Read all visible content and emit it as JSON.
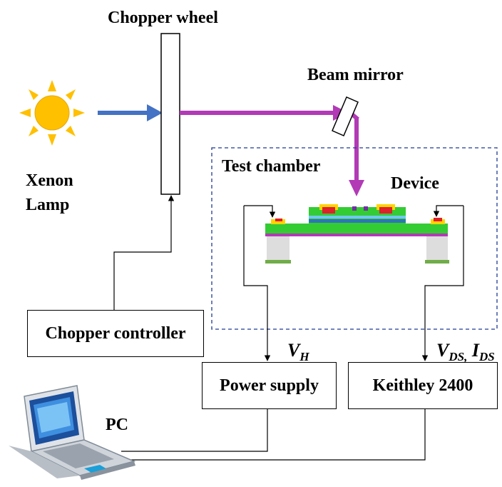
{
  "labels": {
    "chopper_wheel": "Chopper wheel",
    "beam_mirror": "Beam mirror",
    "xenon": "Xenon",
    "lamp": "Lamp",
    "test_chamber": "Test chamber",
    "device": "Device",
    "pc": "PC"
  },
  "boxes": {
    "chopper_controller": "Chopper controller",
    "power_supply": "Power supply",
    "keithley": "Keithley 2400"
  },
  "symbols": {
    "vh_main": "V",
    "vh_sub": "H",
    "vds_main": "V",
    "vds_sub": "DS,",
    "ids_main": "I",
    "ids_sub": "DS"
  },
  "colors": {
    "lamp_beam": "#4472c4",
    "laser_beam": "#b23ab6",
    "sun": "#ffc000",
    "chamber_border": "#1f3a93",
    "layer_green": "#33cc33",
    "layer_blue": "#2e75b6",
    "layer_purple": "#b23ab6",
    "contact_red": "#e0202a",
    "contact_yellow": "#ffd400",
    "substrate_gray": "#dddddd"
  },
  "icons": {
    "lamp": "sun-icon",
    "mirror": "mirror-icon",
    "computer": "laptop-icon"
  }
}
